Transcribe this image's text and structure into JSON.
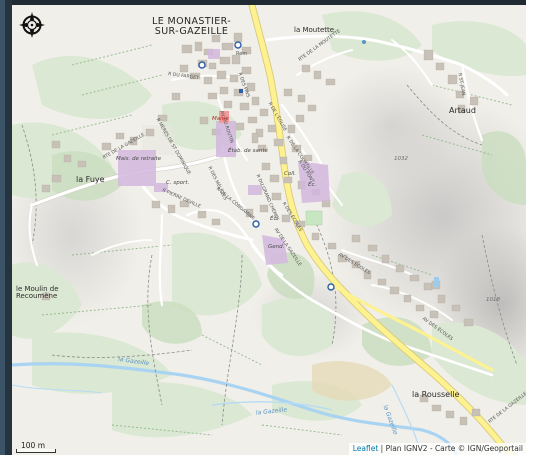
{
  "map": {
    "labels": {
      "town": "LE MONASTIER-\nSUR-GAZEILLE",
      "la_moutette": "la Moutette",
      "artaud": "Artaud",
      "la_fuye": "la Fuye",
      "le_moulin": "le Moulin de\nRecoumène",
      "la_rousselle": "la Rousselle",
      "mais_retraite": "Mais. de retraite",
      "c_sport": "C. sport.",
      "coll": "Coll.",
      "ec1": "Éc.",
      "ec2": "Éc.",
      "gend": "Gend.",
      "etab_sante": "Étab. de santé",
      "rem": "Rem",
      "mairie": "Mairie",
      "alt_1032": "1032",
      "alt_1018": "1018",
      "la_gazeille_1": "la Gazeille",
      "la_gazeille_2": "la Gazeille",
      "la_gazeille_3": "la Gazeille"
    },
    "roads": {
      "r1": "R DU FARGET",
      "r2": "RTE DE LA GAZEILLE",
      "r3": "R PIERRE DEVILLE",
      "r4": "R MÈRES DE ST DOMINIQUE",
      "r5": "R DES ÉCOLES",
      "r6": "AV DES ÉCOLES",
      "r7": "AV DES ÉCOLES",
      "r8": "R DU GRAND CHEMIN",
      "r9": "AV DE LA GAZEILLE",
      "r10": "RTE DE LA GAZEILLE",
      "r11": "R DES MÉLÈZES",
      "r12": "AV DU ROUTIN",
      "r13": "R DE LA COURTILLE",
      "r14": "R DES PINS",
      "r15": "R DU PONT",
      "r16": "R DE L'ÉGLISE",
      "r17": "R DE LA CONDAMINE",
      "r18": "RTE DE LA MOUTETTE",
      "r19": "R ST-JEAN"
    },
    "scale_label": "100 m",
    "attribution": {
      "leaflet": "Leaflet",
      "rest": " | Plan IGNV2 - Carte © IGN/Geoportail"
    }
  }
}
